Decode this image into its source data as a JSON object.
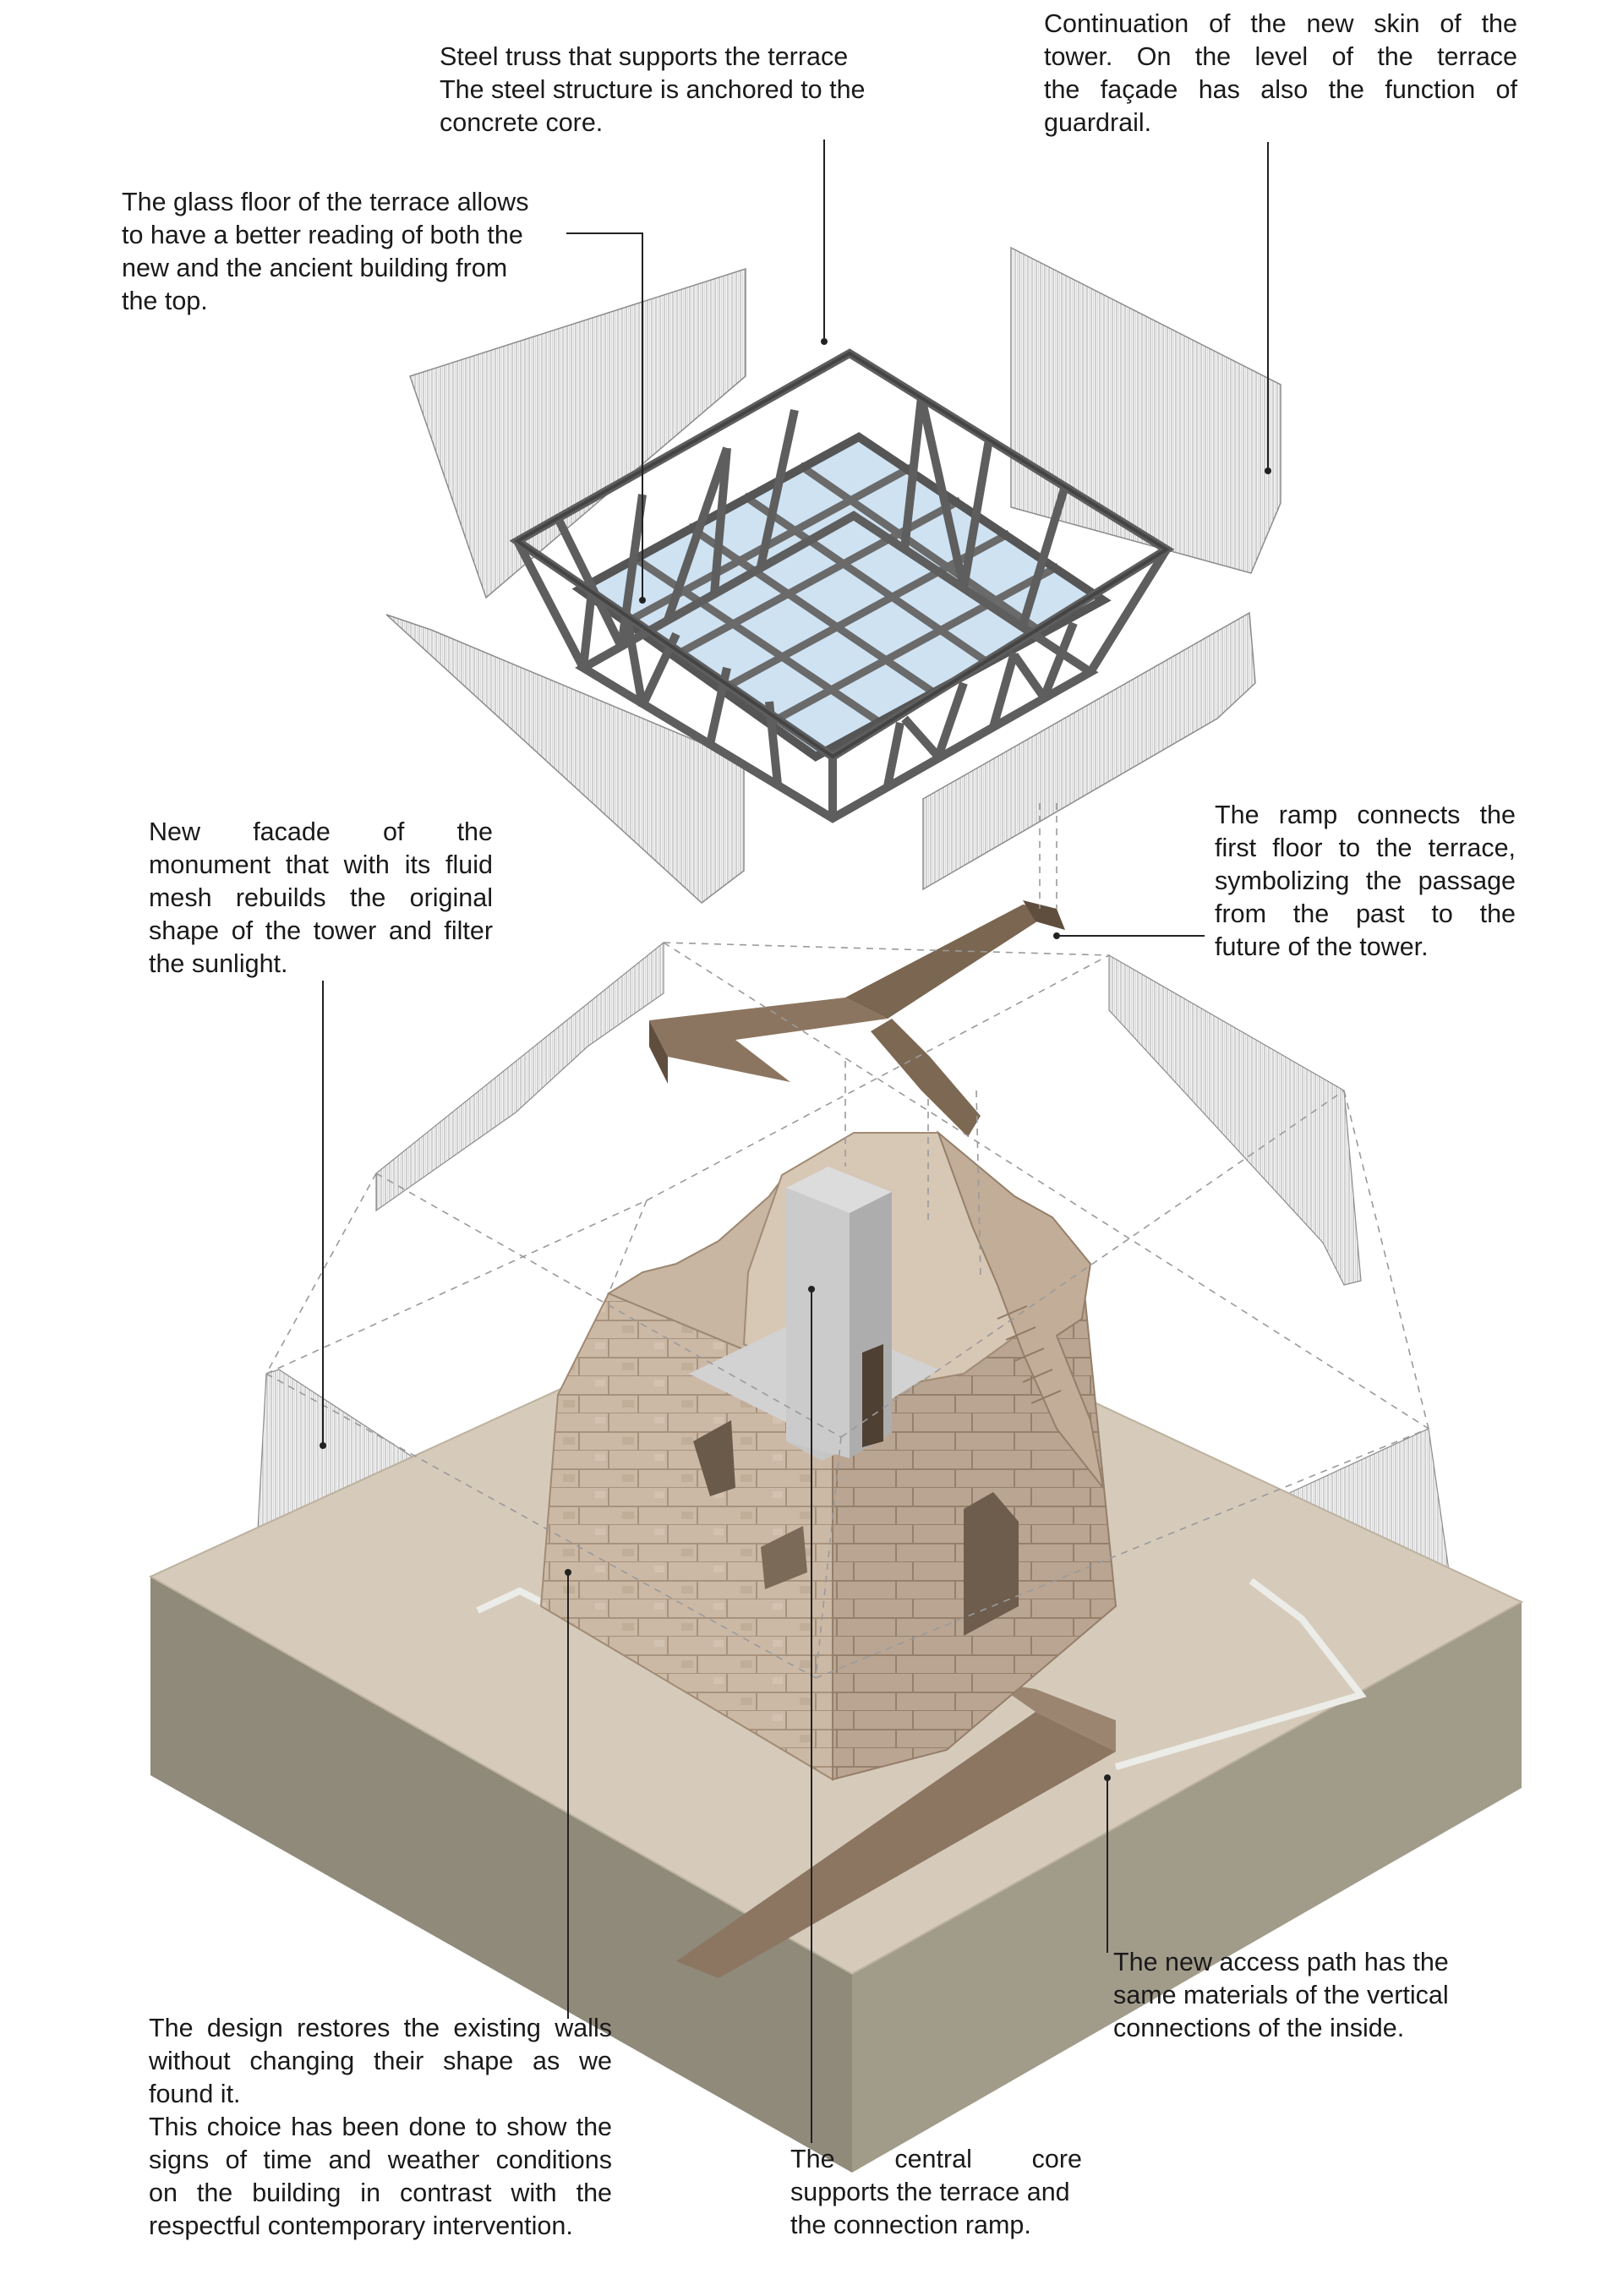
{
  "annotations": {
    "steel_truss": {
      "lines": [
        "Steel truss that supports the terrace",
        "The steel structure is anchored to the",
        "concrete core."
      ]
    },
    "new_skin": {
      "lines": [
        "Continuation of the new skin of the",
        "tower. On the level of the terrace",
        "the façade has also the function of",
        "guardrail."
      ]
    },
    "glass_floor": {
      "lines": [
        "The glass floor of the terrace allows",
        "to have a better reading of both the",
        "new and the ancient building from",
        "the top."
      ]
    },
    "new_facade": {
      "lines": [
        "New facade of the",
        "monument that with its fluid",
        "mesh rebuilds the original",
        "shape of the tower and filter",
        "the sunlight."
      ]
    },
    "ramp": {
      "lines": [
        "The ramp connects the",
        "first floor to the terrace,",
        "symbolizing the passage",
        "from the past to the",
        "future of the tower."
      ]
    },
    "access_path": {
      "lines": [
        "The new access path has the",
        "same materials of the vertical",
        "connections of the inside."
      ]
    },
    "restore_walls": {
      "lines": [
        "The design restores the existing walls",
        "without changing their shape as we",
        "found it.",
        "This choice has been done to show the",
        "signs of time and weather conditions",
        "on the building in contrast with the",
        "respectful contemporary intervention."
      ]
    },
    "central_core": {
      "lines": [
        "The central core",
        "supports the terrace and",
        "the connection ramp."
      ]
    }
  },
  "colors": {
    "text": "#1a1a1a",
    "leader": "#222222",
    "steel": "#5e5e5e",
    "glass": "#cfe2f2",
    "ramp": "#7a6651",
    "stone": "#c9b7a4",
    "concrete": "#bcbcbc",
    "ground_top": "#d6cbbb",
    "ground_side": "#8f8a7a",
    "mesh": "#9a9a9a"
  }
}
